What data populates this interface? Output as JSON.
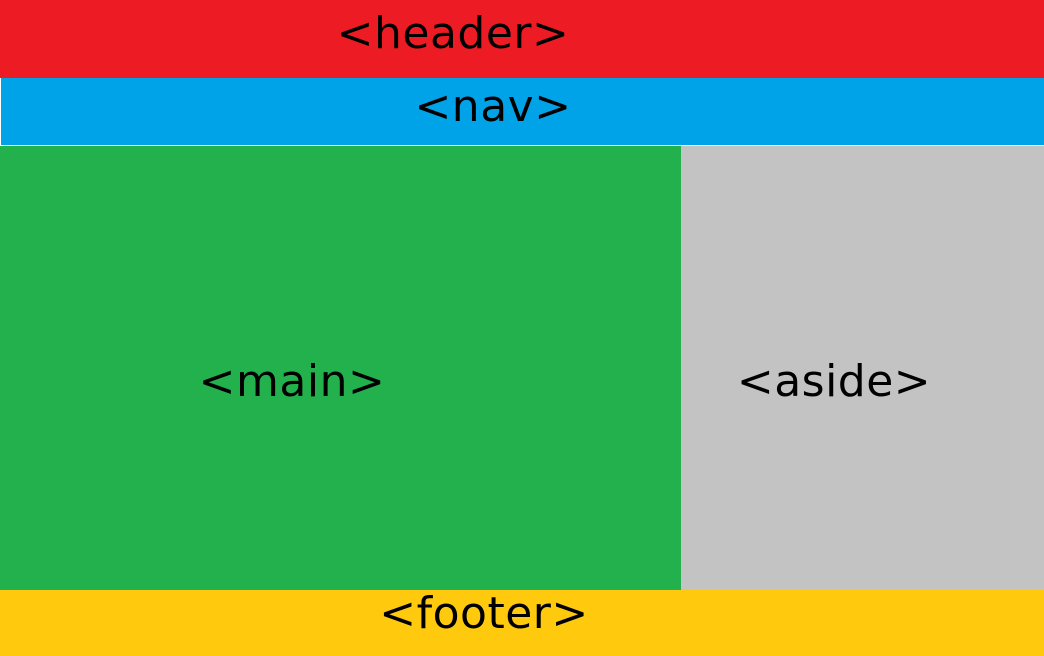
{
  "regions": {
    "header": {
      "label": "<header>",
      "color": "#ED1C24"
    },
    "nav": {
      "label": "<nav>",
      "color": "#00A2E8"
    },
    "main": {
      "label": "<main>",
      "color": "#22B14C"
    },
    "aside": {
      "label": "<aside>",
      "color": "#C3C3C3"
    },
    "footer": {
      "label": "<footer>",
      "color": "#FFC90E"
    }
  }
}
